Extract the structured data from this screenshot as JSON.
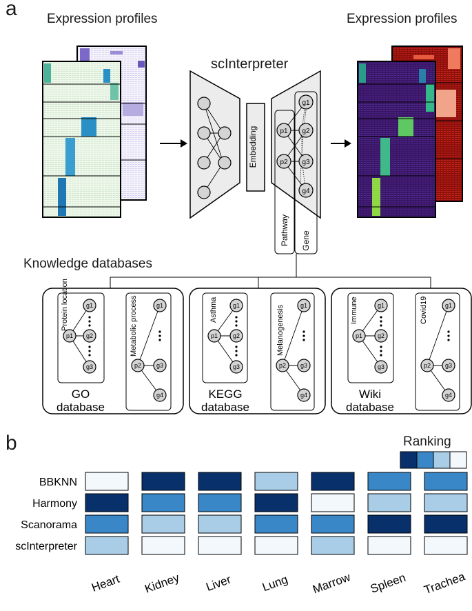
{
  "panel_a": {
    "letter": "a",
    "input_title": "Expression profiles",
    "output_title": "Expression profiles",
    "model_title": "scInterpreter",
    "embedding_label": "Embedding",
    "pathway_label": "Pathway",
    "gene_label": "Gene",
    "decoder_pathway_nodes": [
      "p1",
      "p2"
    ],
    "decoder_gene_nodes": [
      "g1",
      "g2",
      "g3",
      "g4"
    ],
    "knowledge_title": "Knowledge databases",
    "databases": [
      {
        "name_line1": "GO",
        "name_line2": "database",
        "left_pathway": "Protein location",
        "right_pathway": "Metabolic process"
      },
      {
        "name_line1": "KEGG",
        "name_line2": "database",
        "left_pathway": "Asthma",
        "right_pathway": "Melanogenesis"
      },
      {
        "name_line1": "Wiki",
        "name_line2": "database",
        "left_pathway": "Immune",
        "right_pathway": "Covid19"
      }
    ],
    "left_nodes": {
      "p": "p1",
      "g": [
        "g1",
        "g2",
        "g3"
      ]
    },
    "right_nodes": {
      "p": "p2",
      "g": [
        "g1",
        "g3",
        "g4"
      ]
    },
    "colors": {
      "input_front": "#2a8fc4",
      "input_back": "#7b68c8",
      "output_front": "#3c1a6e",
      "output_back": "#b0170f",
      "node_fill": "#d4d4d4",
      "ranking_1": "#08306b",
      "ranking_2": "#3a87c7",
      "ranking_3": "#a9cde6",
      "ranking_4": "#f3f8fd"
    }
  },
  "panel_b": {
    "letter": "b",
    "legend_title": "Ranking"
  },
  "chart_data": {
    "type": "heatmap",
    "rows": [
      "BBKNN",
      "Harmony",
      "Scanorama",
      "scInterpreter"
    ],
    "columns": [
      "Heart",
      "Kidney",
      "Liver",
      "Lung",
      "Marrow",
      "Spleen",
      "Trachea"
    ],
    "values": [
      [
        4,
        1,
        1,
        3,
        1,
        2,
        2
      ],
      [
        1,
        2,
        2,
        1,
        4,
        3,
        3
      ],
      [
        2,
        3,
        3,
        2,
        2,
        1,
        1
      ],
      [
        3,
        4,
        4,
        4,
        3,
        4,
        4
      ]
    ],
    "legend": "top-right",
    "scale": [
      "#08306b",
      "#3a87c7",
      "#a9cde6",
      "#f3f8fd"
    ]
  }
}
